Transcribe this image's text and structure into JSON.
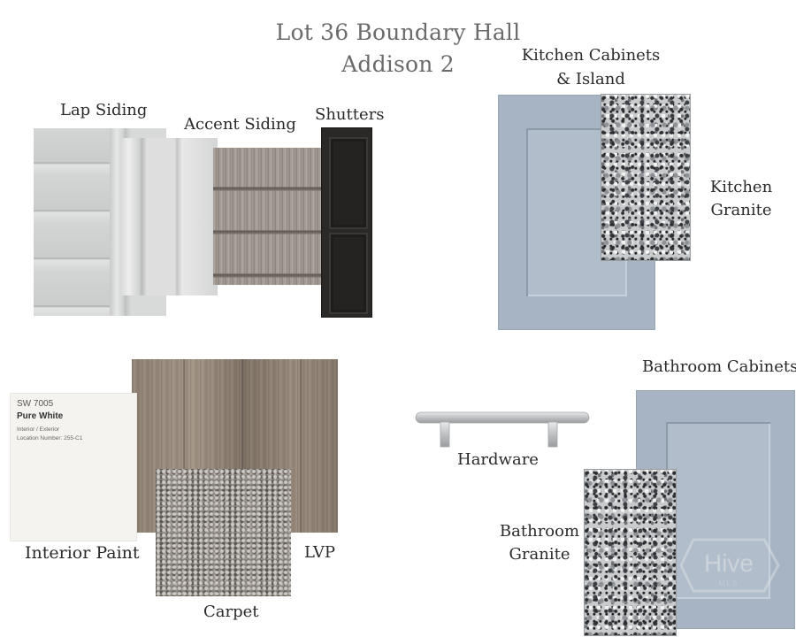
{
  "title": {
    "line1": "Lot 36 Boundary Hall",
    "line2": "Addison 2"
  },
  "labels": {
    "lap_siding": "Lap Siding",
    "accent_siding": "Accent Siding",
    "shutters": "Shutters",
    "kitchen_cabinets_line1": "Kitchen Cabinets",
    "kitchen_cabinets_line2": "& Island",
    "kitchen_granite_line1": "Kitchen",
    "kitchen_granite_line2": "Granite",
    "interior_paint": "Interior Paint",
    "lvp": "LVP",
    "carpet": "Carpet",
    "hardware": "Hardware",
    "bathroom_cabinets": "Bathroom Cabinets",
    "bathroom_granite_line1": "Bathroom",
    "bathroom_granite_line2": "Granite"
  },
  "paint_card": {
    "code": "SW 7005",
    "name": "Pure White",
    "line1": "Interior / Exterior",
    "line2": "Location Number: 255-C1"
  },
  "watermark": {
    "brand": "Hive",
    "sub": "MLS"
  },
  "icons": {
    "watermark": "hive-mls-logo-icon"
  }
}
